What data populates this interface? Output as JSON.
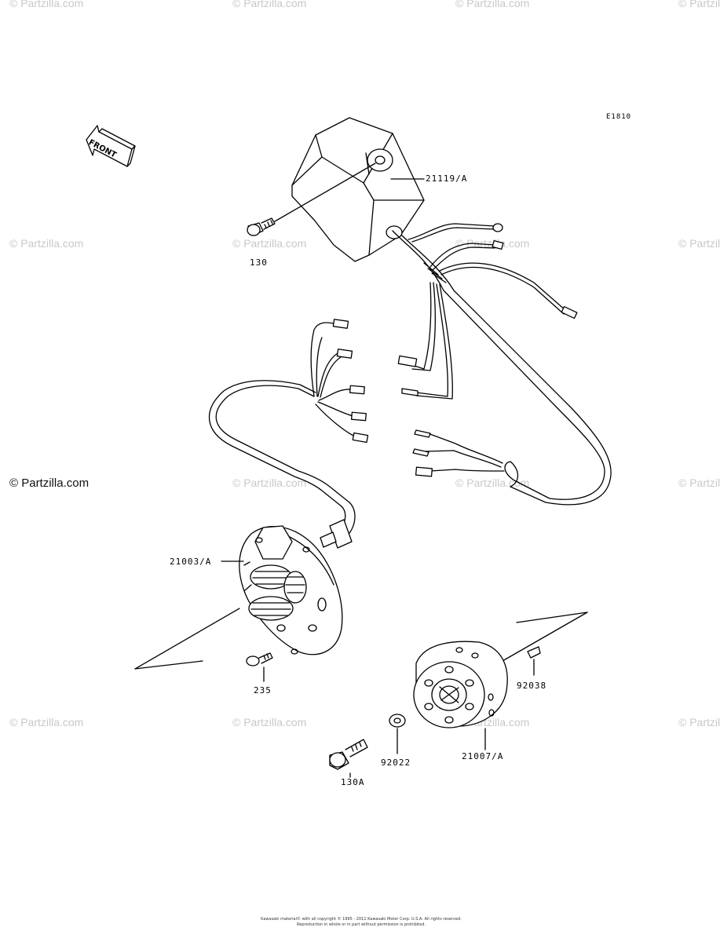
{
  "watermark": "© Partzilla.com",
  "diagram_id": "E1810",
  "front_label": "FRONT",
  "parts": {
    "cdi": "21119/A",
    "bolt_130": "130",
    "stator": "21003/A",
    "screw_235": "235",
    "bolt_130a": "130A",
    "washer": "92022",
    "flywheel": "21007/A",
    "key": "92038"
  },
  "copyright_line1": "Kawasaki material© with all copyright © 1995 - 2011 Kawasaki Motor Corp. U.S.A. All rights reserved.",
  "copyright_line2": "Reproduction in whole or in part without permission is prohibited."
}
